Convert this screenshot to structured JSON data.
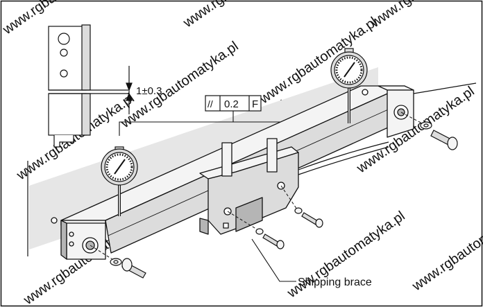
{
  "labels": {
    "gap_tolerance": "1±0.3",
    "parallelism_symbol": "//",
    "parallelism_value": "0.2",
    "datum": "F",
    "shipping_brace": "Shipping brace"
  },
  "watermark": "www.rgbautomatyka.pl",
  "colors": {
    "line": "#111111",
    "mounting_surface": "#e6e6e6",
    "watermark": "#cfcfcf",
    "metal_light": "#f4f4f4",
    "metal_mid": "#dcdcdc",
    "metal_dark": "#b5b5b5"
  }
}
